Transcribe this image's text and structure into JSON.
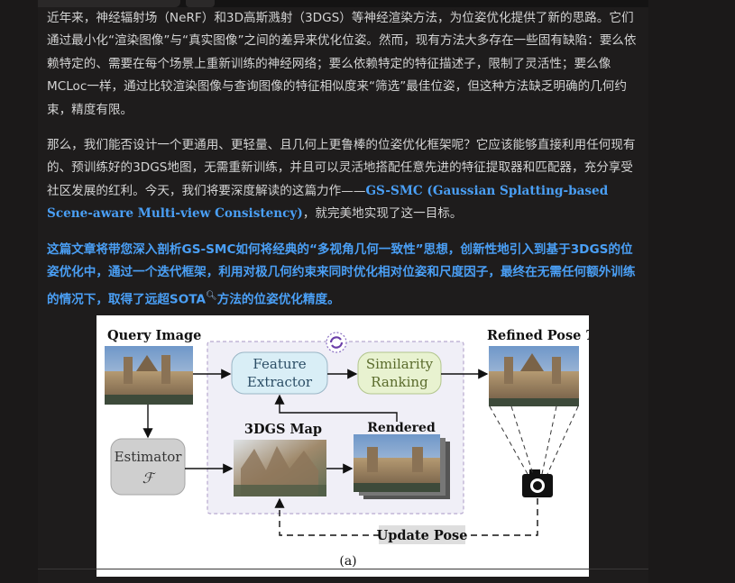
{
  "paragraphs": {
    "p1": "近年来，神经辐射场（NeRF）和3D高斯溅射（3DGS）等神经渲染方法，为位姿优化提供了新的思路。它们通过最小化“渲染图像”与“真实图像”之间的差异来优化位姿。然而，现有方法大多存在一些固有缺陷：要么依赖特定的、需要在每个场景上重新训练的神经网络；要么依赖特定的特征描述子，限制了灵活性；要么像MCLoc一样，通过比较渲染图像与查询图像的特征相似度来“筛选”最佳位姿，但这种方法缺乏明确的几何约束，精度有限。",
    "p2_before": "那么，我们能否设计一个更通用、更轻量、且几何上更鲁棒的位姿优化框架呢？它应该能够直接利用任何现有的、预训练好的3DGS地图，无需重新训练，并且可以灵活地搭配任意先进的特征提取器和匹配器，充分享受社区发展的红利。今天，我们将要深度解读的这篇力作——",
    "p2_highlight": "GS-SMC (Gaussian Splatting-based Scene-aware Multi-view Consistency)",
    "p2_after": "，就完美地实现了这一目标。",
    "p3_before": "这篇文章将带您深入剖析GS-SMC如何将经典的“多视角几何一致性”思想，创新性地引入到基于3DGS的位姿优化中，通过一个迭代框架，利用对极几何约束来同时优化相对位姿和尺度因子，最终在无需任何额外训练的情况下，取得了远超SOTA",
    "p3_icon": "search-icon",
    "p3_after": "方法的位姿优化精度。"
  },
  "figure": {
    "query_label": "Query Image",
    "feature_extractor": [
      "Feature",
      "Extractor"
    ],
    "similarity_ranking": [
      "Similarity",
      "Ranking"
    ],
    "refined_label": "Refined Pose ",
    "refined_symbol": "T",
    "map_label": "3DGS Map",
    "rendered_label": "Rendered",
    "estimator_label": "Estimator",
    "estimator_symbol": "ℱ",
    "update_label": "Update Pose",
    "caption": "(a)"
  },
  "colors": {
    "feature_box": "#d9eef6",
    "similarity_box": "#e8f2d0",
    "estimator_box": "#cfcfcf",
    "dashed_region": "#f0eff7",
    "highlight_text": "#4a9ff5"
  }
}
